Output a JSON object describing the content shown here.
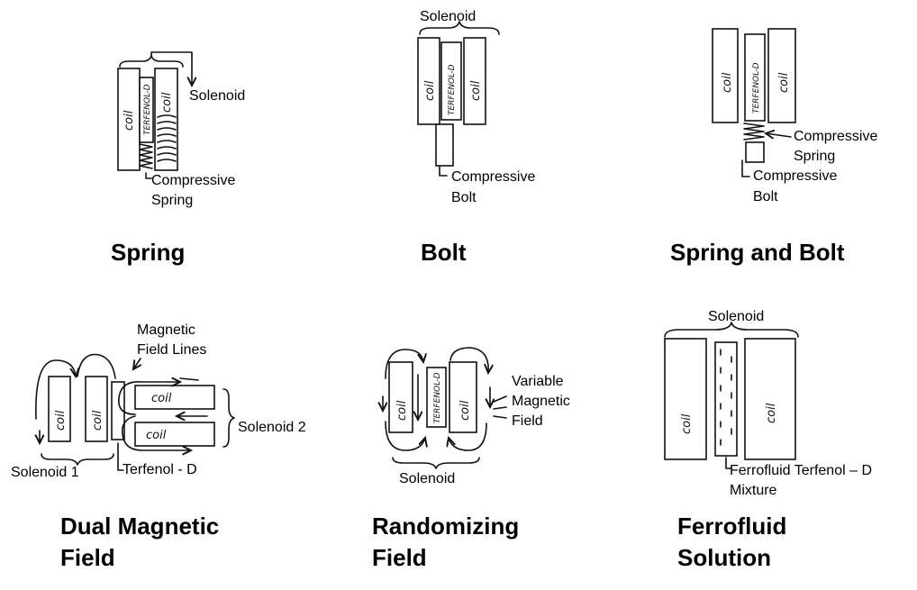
{
  "diagrams": {
    "spring": {
      "title": "Spring",
      "solenoid_label": "Solenoid",
      "spring_label_1": "Compressive",
      "spring_label_2": "Spring",
      "coil": "coil",
      "rod": "TERFENOL-D"
    },
    "bolt": {
      "title": "Bolt",
      "solenoid_label": "Solenoid",
      "bolt_label_1": "Compressive",
      "bolt_label_2": "Bolt",
      "coil": "coil",
      "rod": "TERFENOL-D"
    },
    "spring_bolt": {
      "title": "Spring and Bolt",
      "spring_label_1": "Compressive",
      "spring_label_2": "Spring",
      "bolt_label_1": "Compressive",
      "bolt_label_2": "Bolt",
      "coil": "coil",
      "rod": "TERFENOL-D"
    },
    "dual": {
      "title_1": "Dual Magnetic",
      "title_2": "Field",
      "lines_label_1": "Magnetic",
      "lines_label_2": "Field Lines",
      "solenoid1_label": "Solenoid 1",
      "solenoid2_label": "Solenoid 2",
      "terfenol_label": "Terfenol - D",
      "coil": "coil"
    },
    "random": {
      "title_1": "Randomizing",
      "title_2": "Field",
      "variable_label_1": "Variable",
      "variable_label_2": "Magnetic",
      "variable_label_3": "Field",
      "solenoid_label": "Solenoid",
      "coil": "coil",
      "rod": "TERFENOL-D"
    },
    "ferro": {
      "title_1": "Ferrofluid",
      "title_2": "Solution",
      "solenoid_label": "Solenoid",
      "mixture_label_1": "Ferrofluid Terfenol – D",
      "mixture_label_2": "Mixture",
      "coil": "coil"
    }
  }
}
